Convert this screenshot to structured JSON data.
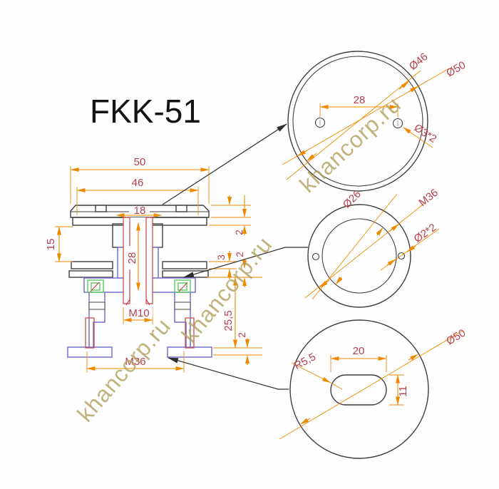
{
  "title": "FKK-51",
  "watermark": {
    "text": "khancorp.ru",
    "color": "#b3a15f"
  },
  "colors": {
    "dimension_line": "#ed8b00",
    "dimension_text": "#b8404e",
    "outline": "#3f3f3f",
    "body_outline": "#7570ce",
    "thread_hatch": "#cc4040",
    "glass_hatch": "#5ed2c6",
    "clip": "#58c95c"
  },
  "section": {
    "dim_overall_width": "50",
    "dim_washer_width": "46",
    "dim_bore_top": "18",
    "dim_glass_thickness": "15",
    "dim_bore_depth": "28",
    "dim_thread_center": "M10",
    "dim_thread_body": "M36",
    "dim_cap_lip": "2",
    "dim_gasket_gap": "3",
    "dim_plate": "2",
    "dim_body_height": "25,5",
    "dim_foot": "2"
  },
  "top_view": {
    "dim_outer_dia": "Ø50",
    "dim_inner_dia": "Ø46",
    "dim_hole_spacing": "28",
    "dim_holes": "Ø3*2"
  },
  "middle_view": {
    "dim_thread": "M36",
    "dim_inner_dia": "Ø26",
    "dim_holes": "Ø2*2"
  },
  "bottom_view": {
    "dim_outer_dia": "Ø50",
    "dim_slot_length": "20",
    "dim_slot_height": "11",
    "dim_slot_radius": "R5,5"
  }
}
